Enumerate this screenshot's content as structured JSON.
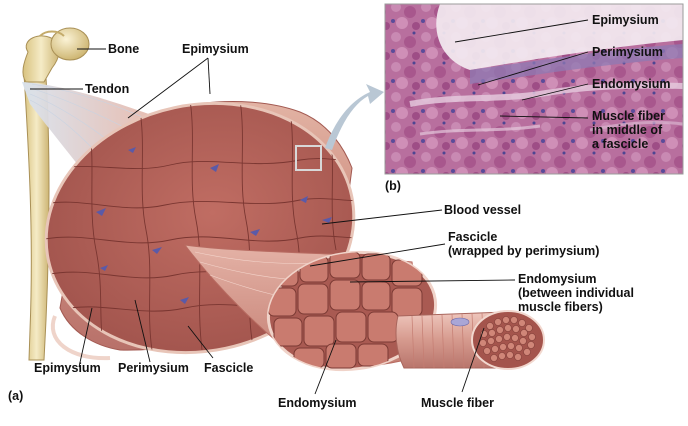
{
  "labels": {
    "bone": "Bone",
    "tendon": "Tendon",
    "epimysium_top": "Epimysium",
    "blood_vessel": "Blood vessel",
    "fascicle_top_line1": "Fascicle",
    "fascicle_top_line2": "(wrapped by perimysium)",
    "endomysium_right_line1": "Endomysium",
    "endomysium_right_line2": "(between individual",
    "endomysium_right_line3": "muscle fibers)",
    "epimysium_bottom": "Epimysium",
    "perimysium_bottom": "Perimysium",
    "fascicle_bottom": "Fascicle",
    "endomysium_bottom": "Endomysium",
    "muscle_fiber_bottom": "Muscle fiber"
  },
  "micrograph_labels": {
    "epimysium": "Epimysium",
    "perimysium": "Perimysium",
    "endomysium": "Endomysium",
    "fiber_line1": "Muscle fiber",
    "fiber_line2": "in middle of",
    "fiber_line3": "a fascicle"
  },
  "panel_labels": {
    "a": "(a)",
    "b": "(b)"
  },
  "colors": {
    "muscle": "#b8645c",
    "muscle_dark": "#8f4640",
    "muscle_light": "#d79a8f",
    "bone": "#e9d9a6",
    "tendon": "#f1e4dc",
    "vessel": "#4a4f9e",
    "micro_bg": "#c27aa6"
  }
}
